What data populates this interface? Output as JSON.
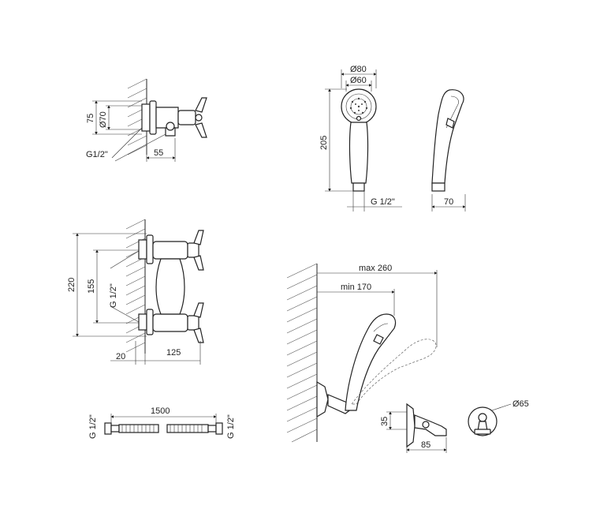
{
  "dimensions": {
    "mixer_top": {
      "height": "75",
      "diameter": "Ø70",
      "depth": "55",
      "thread": "G1/2\""
    },
    "mixer_front": {
      "total_height": "220",
      "spacing": "155",
      "thread": "G 1/2\"",
      "wall_offset": "20",
      "projection": "125"
    },
    "hose": {
      "length": "1500",
      "thread_left": "G 1/2\"",
      "thread_right": "G 1/2\""
    },
    "handshower": {
      "outer_diameter": "Ø80",
      "inner_diameter": "Ø60",
      "length": "205",
      "thread": "G 1/2\"",
      "width": "70"
    },
    "holder": {
      "max_reach": "max 260",
      "min_reach": "min 170",
      "height": "35",
      "depth": "85",
      "diameter": "Ø65"
    }
  }
}
